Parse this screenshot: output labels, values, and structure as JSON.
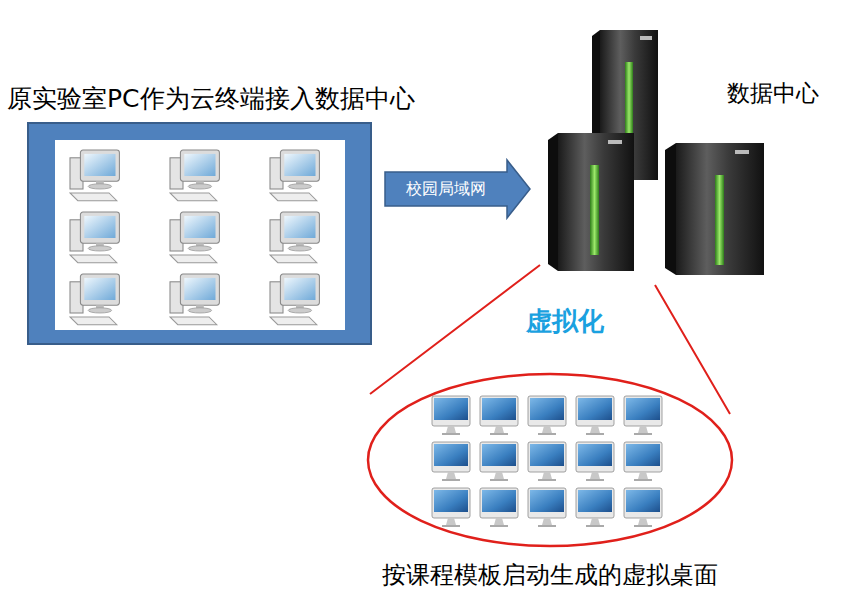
{
  "diagram": {
    "nodes": [
      {
        "text": [
          "原实验室PC作为云终端接入数据中心"
        ]
      },
      {
        "text": [
          "数据中心"
        ]
      },
      {
        "text": [
          "按课程模板启动生成的虚拟桌面"
        ]
      }
    ],
    "edges": [
      {
        "from": 0,
        "to": 1,
        "arrow": "to",
        "label": "校园局域网"
      },
      {
        "from": 1,
        "to": 2,
        "arrow": "none",
        "label": "虚拟化"
      }
    ]
  }
}
